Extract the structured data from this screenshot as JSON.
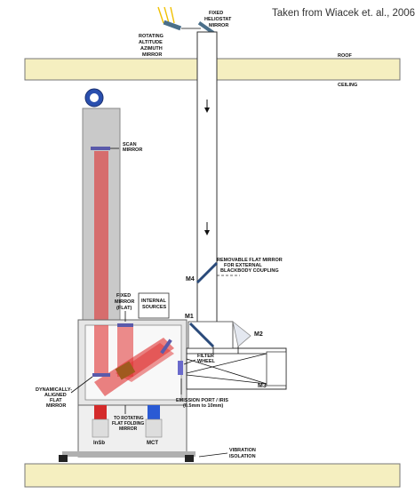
{
  "credit": "Taken from Wiacek et. al., 2006",
  "labels": {
    "fixed_heliostat": [
      "FIXED",
      "HELIOSTAT",
      "MIRROR"
    ],
    "rotating_mirror": [
      "ROTATING",
      "ALTITUDE",
      "AZIMUTH",
      "MIRROR"
    ],
    "roof": "ROOF",
    "ceiling": "CEILING",
    "scan_mirror": [
      "SCAN",
      "MIRROR"
    ],
    "removable_mirror": [
      "REMOVABLE FLAT MIRROR",
      "FOR EXTERNAL",
      "BLACKBODY COUPLING"
    ],
    "m4": "M4",
    "fixed_mirror": [
      "FIXED",
      "MIRROR",
      "(FLAT)"
    ],
    "internal_sources": [
      "INTERNAL",
      "SOURCES"
    ],
    "m1": "M1",
    "m2": "M2",
    "m3": "M3",
    "filter_wheel": [
      "FILTER",
      "WHEEL"
    ],
    "emission_port": [
      "EMISSION PORT / IRIS",
      "(0.5mm to 10mm)"
    ],
    "dynamic_mirror": [
      "DYNAMICALLY-",
      "ALIGNED",
      "FLAT",
      "MIRROR"
    ],
    "to_rotating": [
      "TO ROTATING",
      "FLAT FOLDING",
      "MIRROR"
    ],
    "insb": "InSb",
    "mct": "MCT",
    "vibration": [
      "VIBRATION",
      "ISOLATION"
    ]
  },
  "colors": {
    "beam": "#e03030",
    "beam_light": "#f1a3a3",
    "slab": "#f5efc0",
    "housing": "#c9c9c9",
    "detector_red": "#d42a2a",
    "detector_blue": "#2a5ad4"
  }
}
